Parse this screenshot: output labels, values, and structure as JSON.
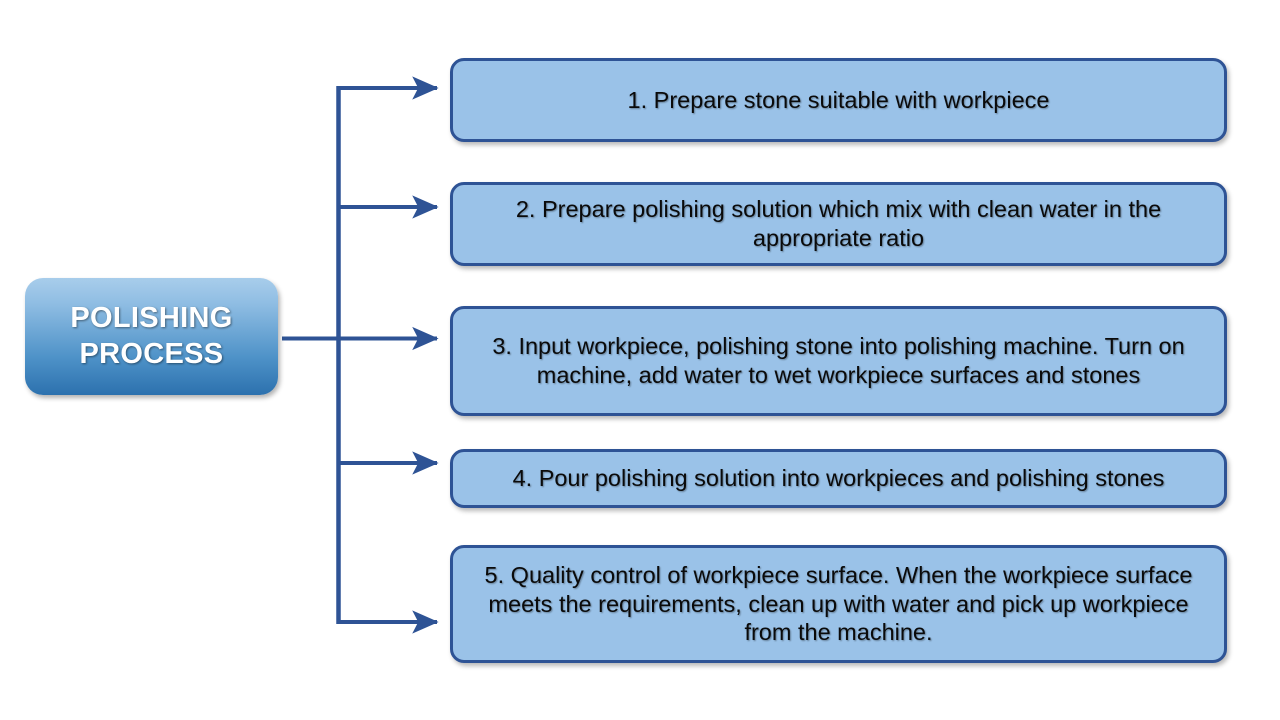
{
  "diagram": {
    "type": "flowchart",
    "title": "POLISHING PROCESS",
    "root": {
      "label": "POLISHING\nPROCESS",
      "text_color": "#FFFFFF",
      "fill_top": "#A8CDEB",
      "fill_bottom": "#2C71AE"
    },
    "style": {
      "node_fill": "#9AC2E8",
      "node_border": "#2E5395",
      "connector_color": "#2E5395",
      "background": "#FFFFFF",
      "text_color": "#0A0A0A"
    },
    "steps": [
      {
        "number": "1",
        "label": "1. Prepare stone suitable with workpiece"
      },
      {
        "number": "2",
        "label": "2. Prepare polishing solution which mix with clean water in the appropriate ratio"
      },
      {
        "number": "3",
        "label": "3. Input workpiece, polishing stone into polishing machine. Turn on machine, add water to wet workpiece surfaces and stones"
      },
      {
        "number": "4",
        "label": "4. Pour polishing solution into workpieces and polishing stones"
      },
      {
        "number": "5",
        "label": "5. Quality control of workpiece surface. When the workpiece surface meets the requirements, clean up with water and pick up workpiece from the machine."
      }
    ]
  }
}
